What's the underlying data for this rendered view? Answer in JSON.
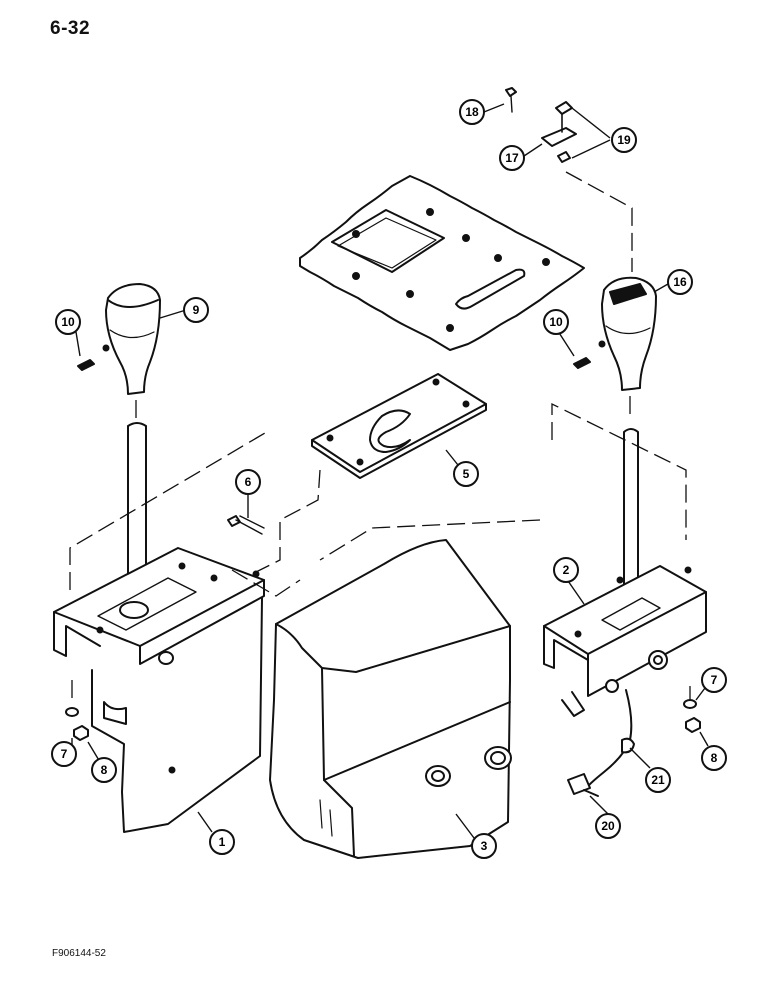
{
  "page_number": "6-32",
  "figure_code": "F906144-52",
  "callouts": [
    "1",
    "2",
    "3",
    "5",
    "6",
    "7",
    "7",
    "8",
    "8",
    "9",
    "10",
    "10",
    "16",
    "17",
    "18",
    "19",
    "20",
    "21"
  ]
}
